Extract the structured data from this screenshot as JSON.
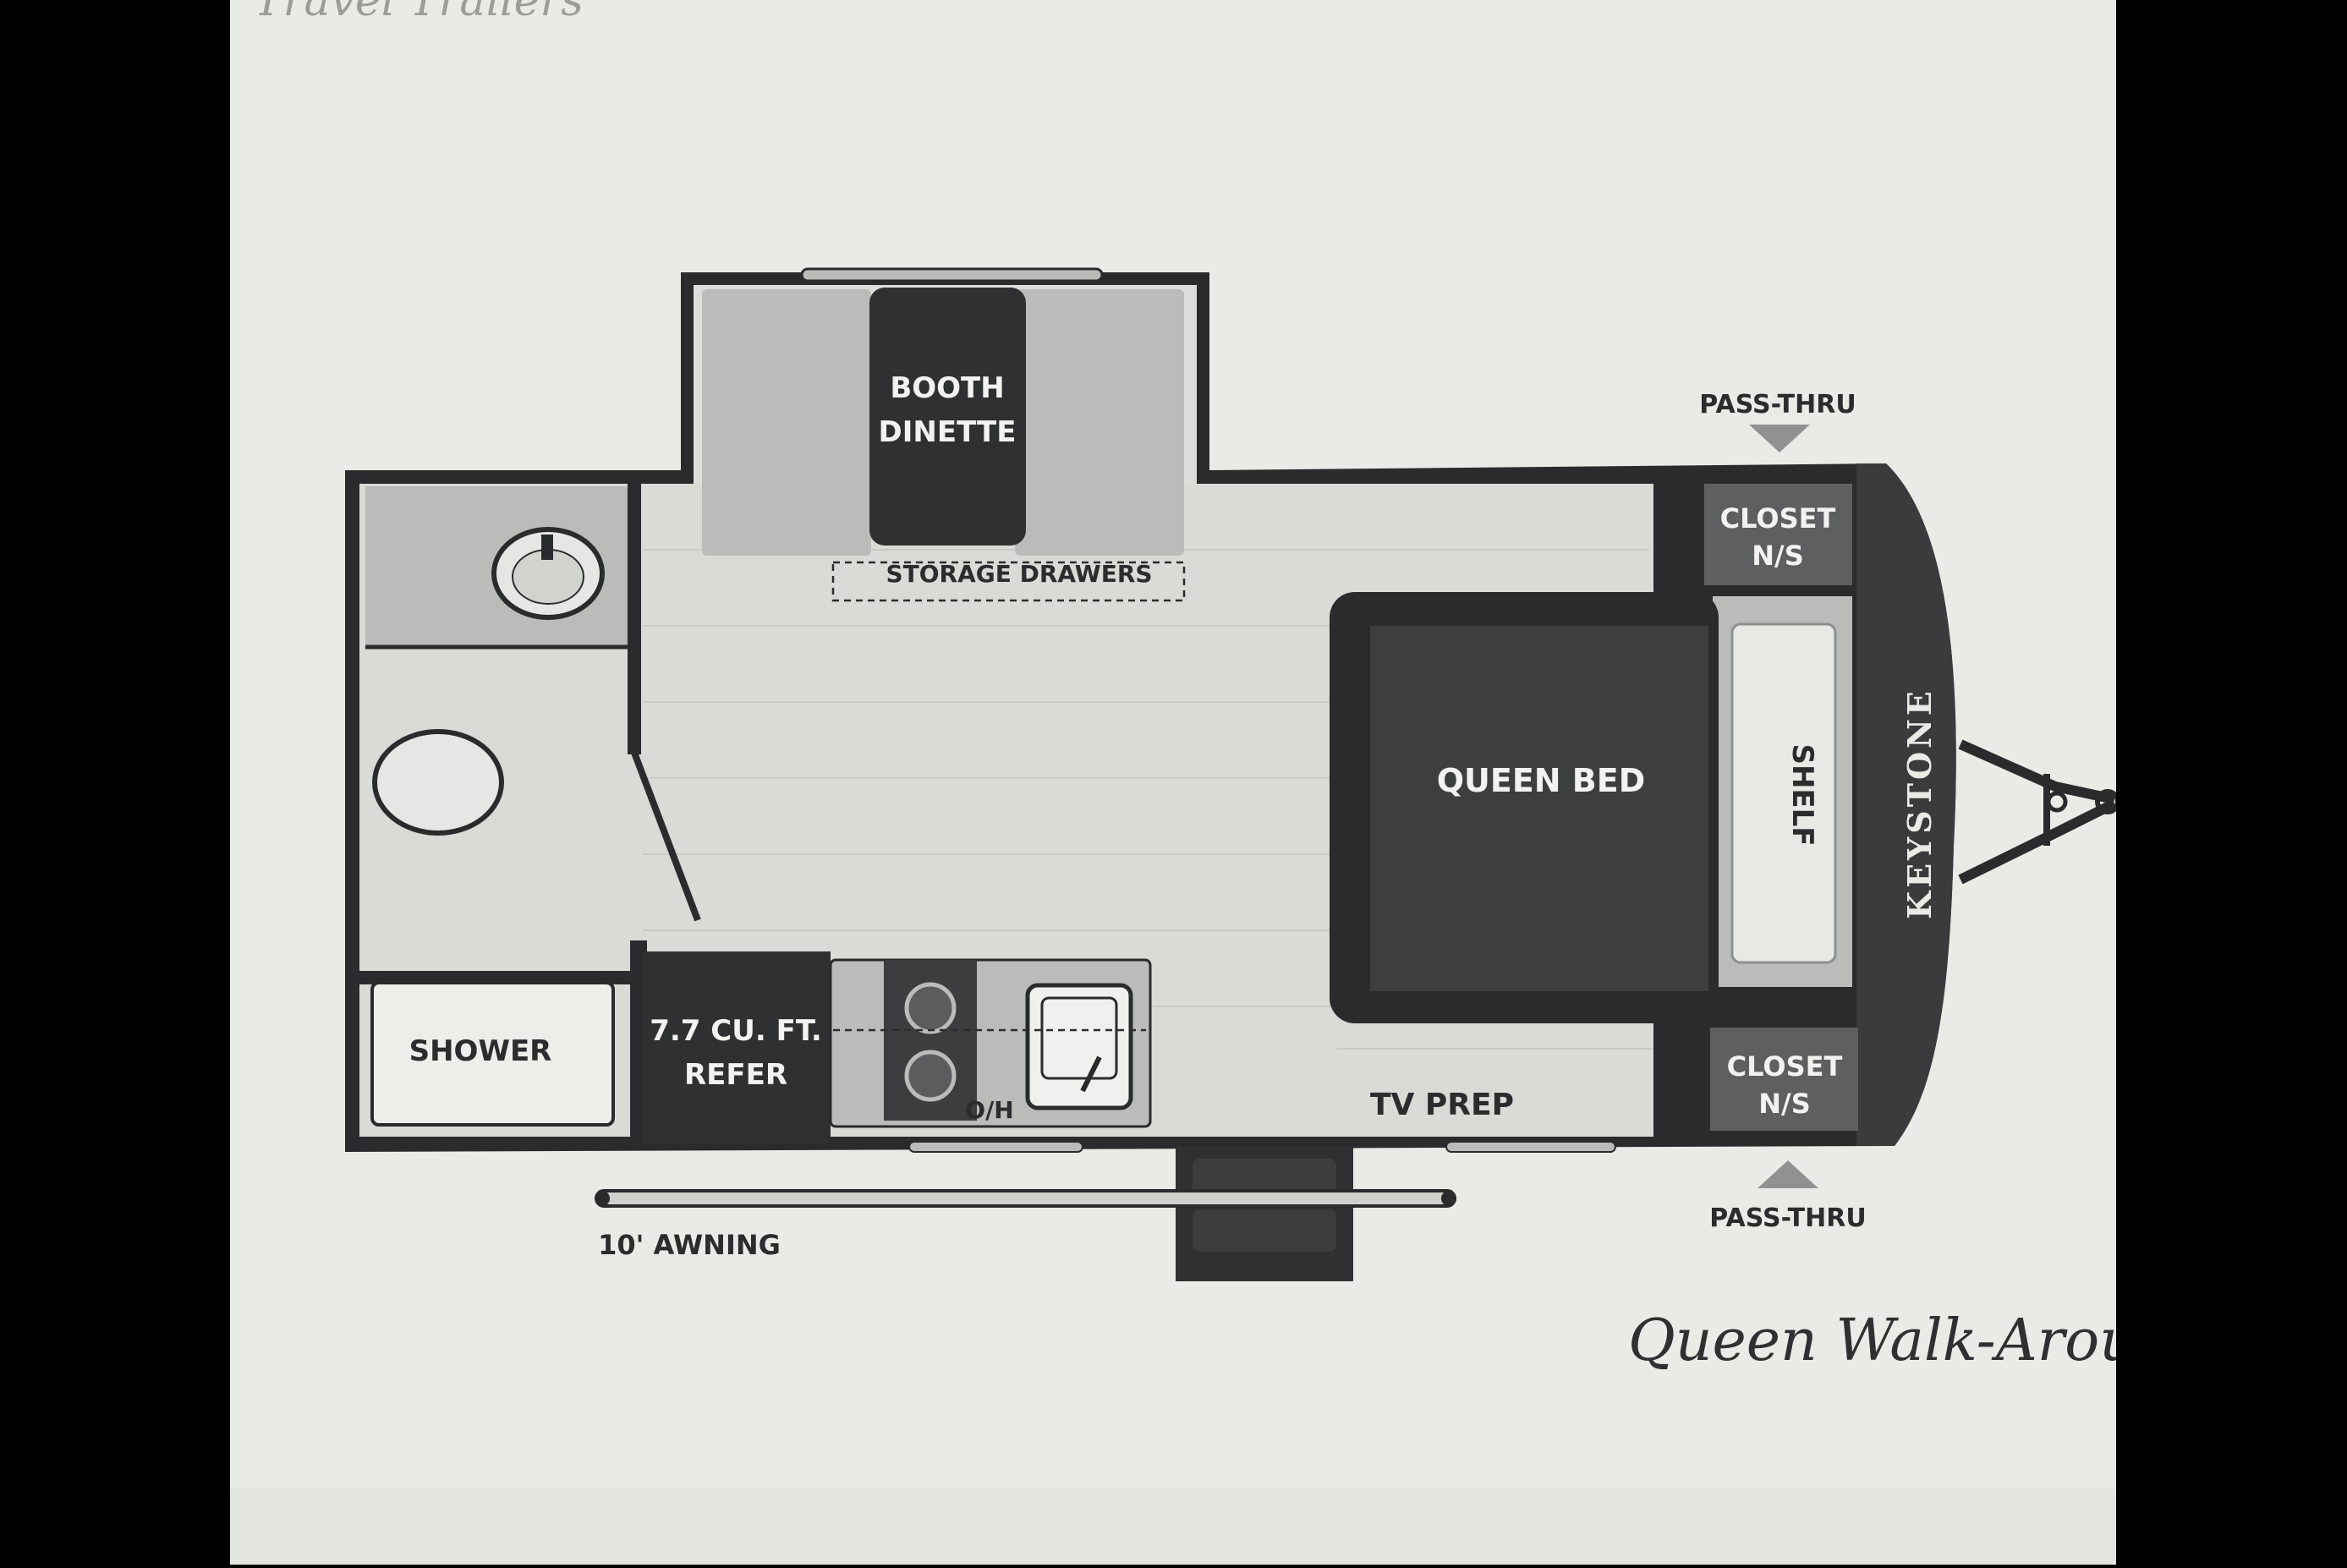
{
  "page": {
    "header_text": "Travel Trailers",
    "caption": "Queen Walk-Around"
  },
  "floorplan": {
    "brand": "KEYSTONE",
    "labels": {
      "booth_dinette": [
        "BOOTH",
        "DINETTE"
      ],
      "storage_drawers": "STORAGE DRAWERS",
      "queen_bed": "QUEEN BED",
      "shelf": "SHELF",
      "closet_top": [
        "CLOSET",
        "N/S"
      ],
      "closet_bottom": [
        "CLOSET",
        "N/S"
      ],
      "pass_thru_top": "PASS-THRU",
      "pass_thru_bottom": "PASS-THRU",
      "shower": "SHOWER",
      "refer": [
        "7.7 CU. FT.",
        "REFER"
      ],
      "oh": "O/H",
      "tv_prep": "TV PREP",
      "awning": "10' AWNING"
    }
  },
  "colors": {
    "paper": "#e9ebe6",
    "wall": "#2a2b2c",
    "dark_fill": "#3a3b3c",
    "floor": "#d9dbd6",
    "panel": "#b9bcb8",
    "light_panel": "#dcdedb",
    "label_light": "#f2f2f0",
    "label_dark": "#2b2c2d"
  }
}
